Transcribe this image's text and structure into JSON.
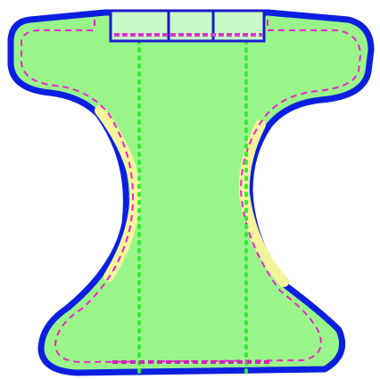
{
  "diagram": {
    "colors": {
      "background": "#ffffff",
      "body_fill": "#99f58a",
      "outline": "#0b1fe0",
      "seam_dashed": "#ee22cc",
      "center_lines": "#33ee33",
      "elastic_leg": "#f2f59a",
      "waist_tab_fill": "#c8fbc8",
      "waist_tab_stroke": "#1a1acc",
      "waist_stitch": "#dd33cc"
    },
    "parts": [
      "diaper-body",
      "outer-outline",
      "inner-seam",
      "left-leg-elastic",
      "right-leg-elastic",
      "left-center-line",
      "right-center-line",
      "waist-tab",
      "waist-stitch",
      "bottom-stitch"
    ],
    "waist_tab_segments": 3
  }
}
